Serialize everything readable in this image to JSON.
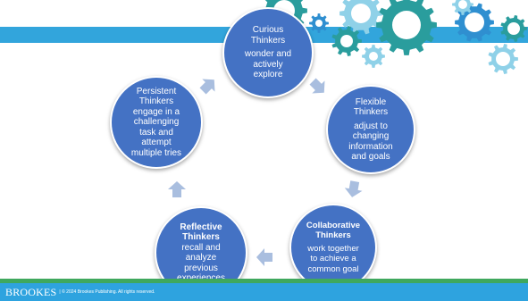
{
  "cycle": [
    {
      "title": "Curious\nThinkers",
      "desc": "wonder and\nactively\nexplore"
    },
    {
      "title": "Flexible\nThinkers",
      "desc": "adjust to\nchanging\ninformation\nand goals"
    },
    {
      "title": "Collaborative\nThinkers",
      "desc": "work together\nto achieve a\ncommon goal"
    },
    {
      "title": "Reflective\nThinkers",
      "desc": "recall and\nanalyze\nprevious\nexperiences"
    },
    {
      "title": "Persistent\nThinkers",
      "desc": "engage in a\nchallenging\ntask and\nattempt\nmultiple tries"
    }
  ],
  "footer": {
    "brand": "BROOKES",
    "copyright": "| © 2024 Brookes Publishing. All rights reserved."
  },
  "colors": {
    "node": "#4472c4",
    "arrow": "#a9bedf",
    "top_band": "#32a5dc",
    "footer": "#2ea3df",
    "accent_green": "#3fa85e",
    "gear_teal": "#2a9d9d",
    "gear_blue": "#2f8fd0",
    "gear_light": "#8fd1e8"
  }
}
